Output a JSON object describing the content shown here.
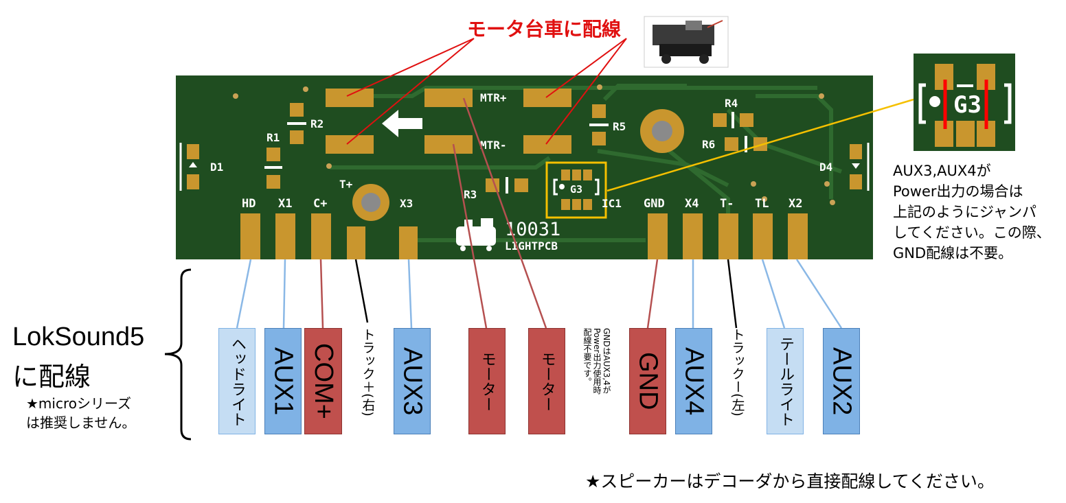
{
  "motor_title": "モータ台車に配線",
  "pcb": {
    "silk_labels": {
      "mtr_plus": "MTR+",
      "mtr_minus": "MTR-",
      "r1": "R1",
      "r2": "R2",
      "r3": "R3",
      "r4": "R4",
      "r5": "R5",
      "r6": "R6",
      "d1": "D1",
      "d4": "D4",
      "ic1": "IC1",
      "g3": "G3",
      "t_plus": "T+",
      "x3": "X3",
      "board_number": "10031",
      "board_name": "LIGHTPCB"
    },
    "pad_labels": [
      "HD",
      "X1",
      "C+",
      "GND",
      "X4",
      "T-",
      "TL",
      "X2"
    ],
    "board_color": "#1f4d20",
    "pad_color": "#c9962e"
  },
  "inset": {
    "g3_label": "G3",
    "note": [
      "AUX3,AUX4が",
      "Power出力の場合は",
      "上記のようにジャンパ",
      "してください。この際、",
      "GND配線は不要。"
    ]
  },
  "loksound": {
    "title_line1": "LokSound5",
    "title_line2": "に配線",
    "note_line1": "★microシリーズ",
    "note_line2": "は推奨しません。"
  },
  "wires": [
    {
      "label": "ヘッドライト",
      "color": "#c5ddf3",
      "style": "lightblue"
    },
    {
      "label": "AUX1",
      "color": "#7fb2e5",
      "style": "blue"
    },
    {
      "label": "COM+",
      "color": "#c0504d",
      "style": "red"
    },
    {
      "label": "トラック＋(右)",
      "color": "none",
      "style": "text"
    },
    {
      "label": "AUX3",
      "color": "#7fb2e5",
      "style": "blue"
    },
    {
      "label": "モーター",
      "color": "#c0504d",
      "style": "red"
    },
    {
      "label": "モーター",
      "color": "#c0504d",
      "style": "red"
    },
    {
      "label": "GND",
      "color": "#c0504d",
      "style": "red"
    },
    {
      "label": "AUX4",
      "color": "#7fb2e5",
      "style": "blue"
    },
    {
      "label": "トラックー(左)",
      "color": "none",
      "style": "text"
    },
    {
      "label": "テールライト",
      "color": "#c5ddf3",
      "style": "lightblue"
    },
    {
      "label": "AUX2",
      "color": "#7fb2e5",
      "style": "blue"
    }
  ],
  "gnd_note_line1": "GNDはAUX3,4が",
  "gnd_note_line2": "Power出力使用時",
  "gnd_note_line3": "配線不要です。",
  "speaker_note": "★スピーカーはデコーダから直接配線してください。",
  "colors": {
    "red_line": "#e01010",
    "yellow_line": "#f5c000",
    "blue_line": "#8ab8e6",
    "brown_line": "#b55050"
  }
}
